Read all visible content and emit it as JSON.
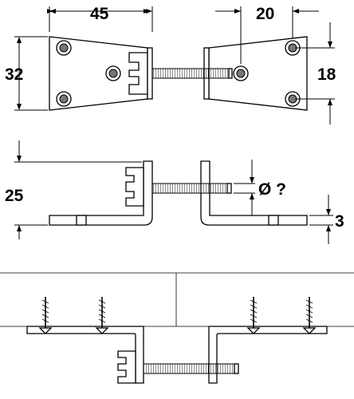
{
  "dimensions": {
    "top_width": "45",
    "slot_offset": "20",
    "left_height": "32",
    "right_hole_spacing": "18",
    "side_height": "25",
    "bolt_diameter": "Ø ?",
    "plate_thickness": "3"
  }
}
